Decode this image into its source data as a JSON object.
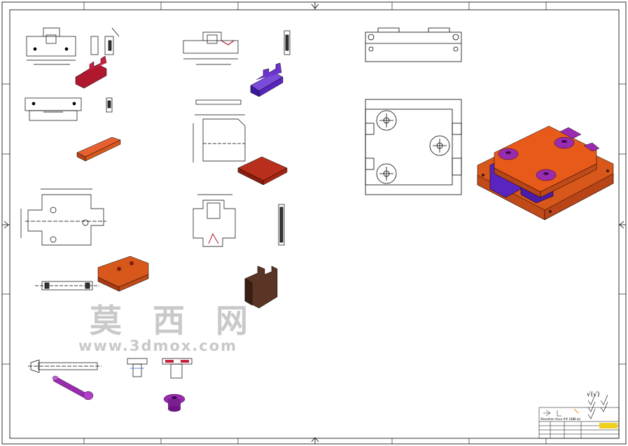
{
  "watermark": {
    "chinese": "莫 西 网",
    "url": "www.3dmox.com"
  },
  "title_block": {
    "company": "Shenzhen Anvu ## 1888 ad",
    "symbols": "√(√)"
  },
  "colors": {
    "part_red": "#b01830",
    "part_purple": "#5a24c0",
    "part_orange": "#d8571a",
    "part_darkred": "#a82410",
    "part_brown": "#5a3424",
    "part_violet": "#9a2ab0",
    "assembly_top": "#e85a1a",
    "line": "#000000"
  }
}
